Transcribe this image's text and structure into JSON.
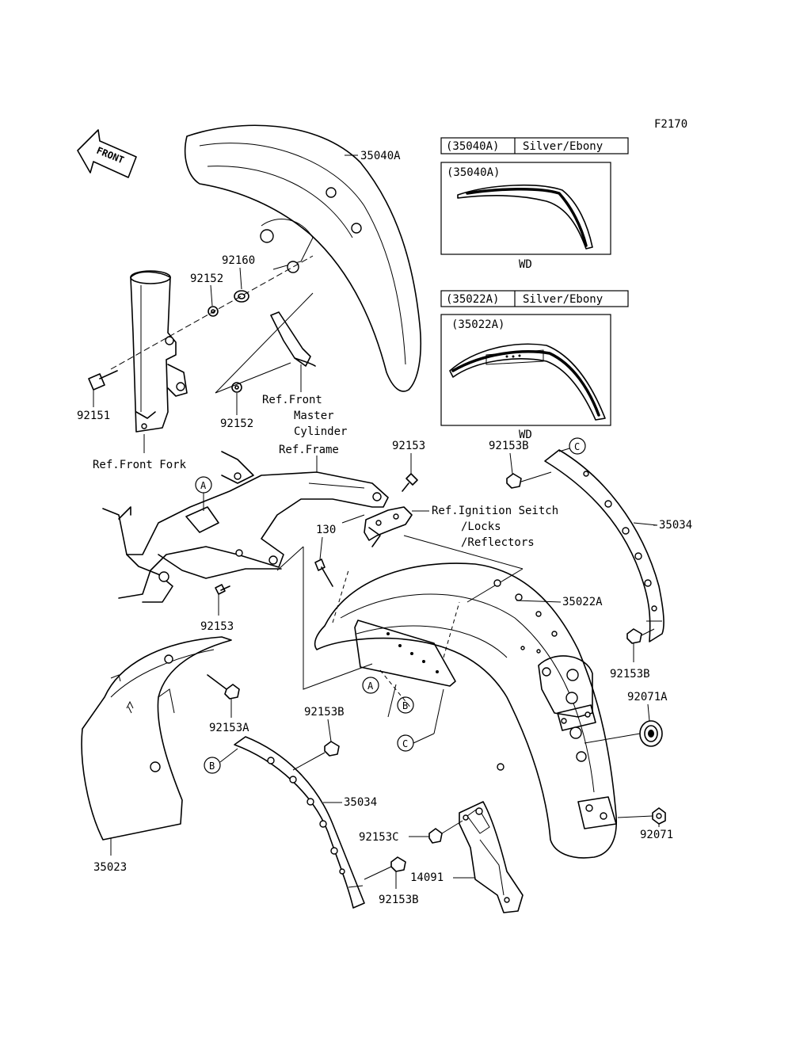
{
  "figure_code": "F2170",
  "front_arrow": {
    "label": "FRONT",
    "icon": "front-direction-arrow"
  },
  "part_labels": {
    "p35040A": "35040A",
    "p92160": "92160",
    "p92152_top": "92152",
    "p92152_bottom": "92152",
    "p92151": "92151",
    "p92153_top": "92153",
    "p92153_left": "92153",
    "p92153B_top": "92153B",
    "p92153B_right": "92153B",
    "p92153B_mid": "92153B",
    "p92153B_bottom": "92153B",
    "p92153A": "92153A",
    "p92153C": "92153C",
    "p130": "130",
    "p35034_right": "35034",
    "p35034_left": "35034",
    "p35022A": "35022A",
    "p92071A": "92071A",
    "p92071": "92071",
    "p35023": "35023",
    "p14091": "14091"
  },
  "references": {
    "front_master_cylinder": [
      "Ref.Front",
      "Master",
      "Cylinder"
    ],
    "front_fork": "Ref.Front Fork",
    "frame": "Ref.Frame",
    "ignition": [
      "Ref.Ignition Seitch",
      "/Locks",
      "/Reflectors"
    ]
  },
  "callouts": {
    "a": "A",
    "b": "B",
    "c": "C"
  },
  "color_tables": [
    {
      "part": "(35040A)",
      "color": "Silver/Ebony",
      "detail_label": "(35040A)",
      "caption": "WD"
    },
    {
      "part": "(35022A)",
      "color": "Silver/Ebony",
      "detail_label": "(35022A)",
      "caption": "WD"
    }
  ]
}
